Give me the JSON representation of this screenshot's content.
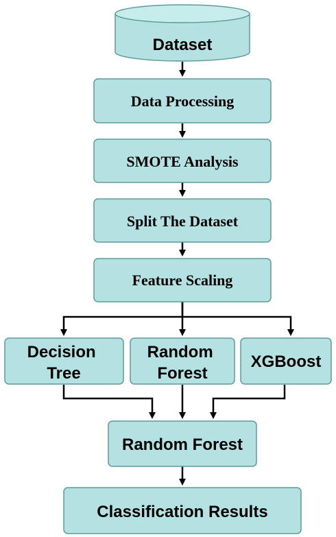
{
  "nodes": {
    "dataset": "Dataset",
    "data_processing": "Data Processing",
    "smote_analysis": "SMOTE Analysis",
    "split_dataset": "Split The Dataset",
    "feature_scaling": "Feature Scaling",
    "decision_tree": [
      "Decision",
      "Tree"
    ],
    "random_forest_model": [
      "Random",
      "Forest"
    ],
    "xgboost": "XGBoost",
    "random_forest_ensemble": "Random Forest",
    "classification_results": "Classification Results"
  },
  "colors": {
    "node_fill": "#b4e2e2",
    "node_border": "#5c9a9a",
    "arrow": "#000000"
  }
}
